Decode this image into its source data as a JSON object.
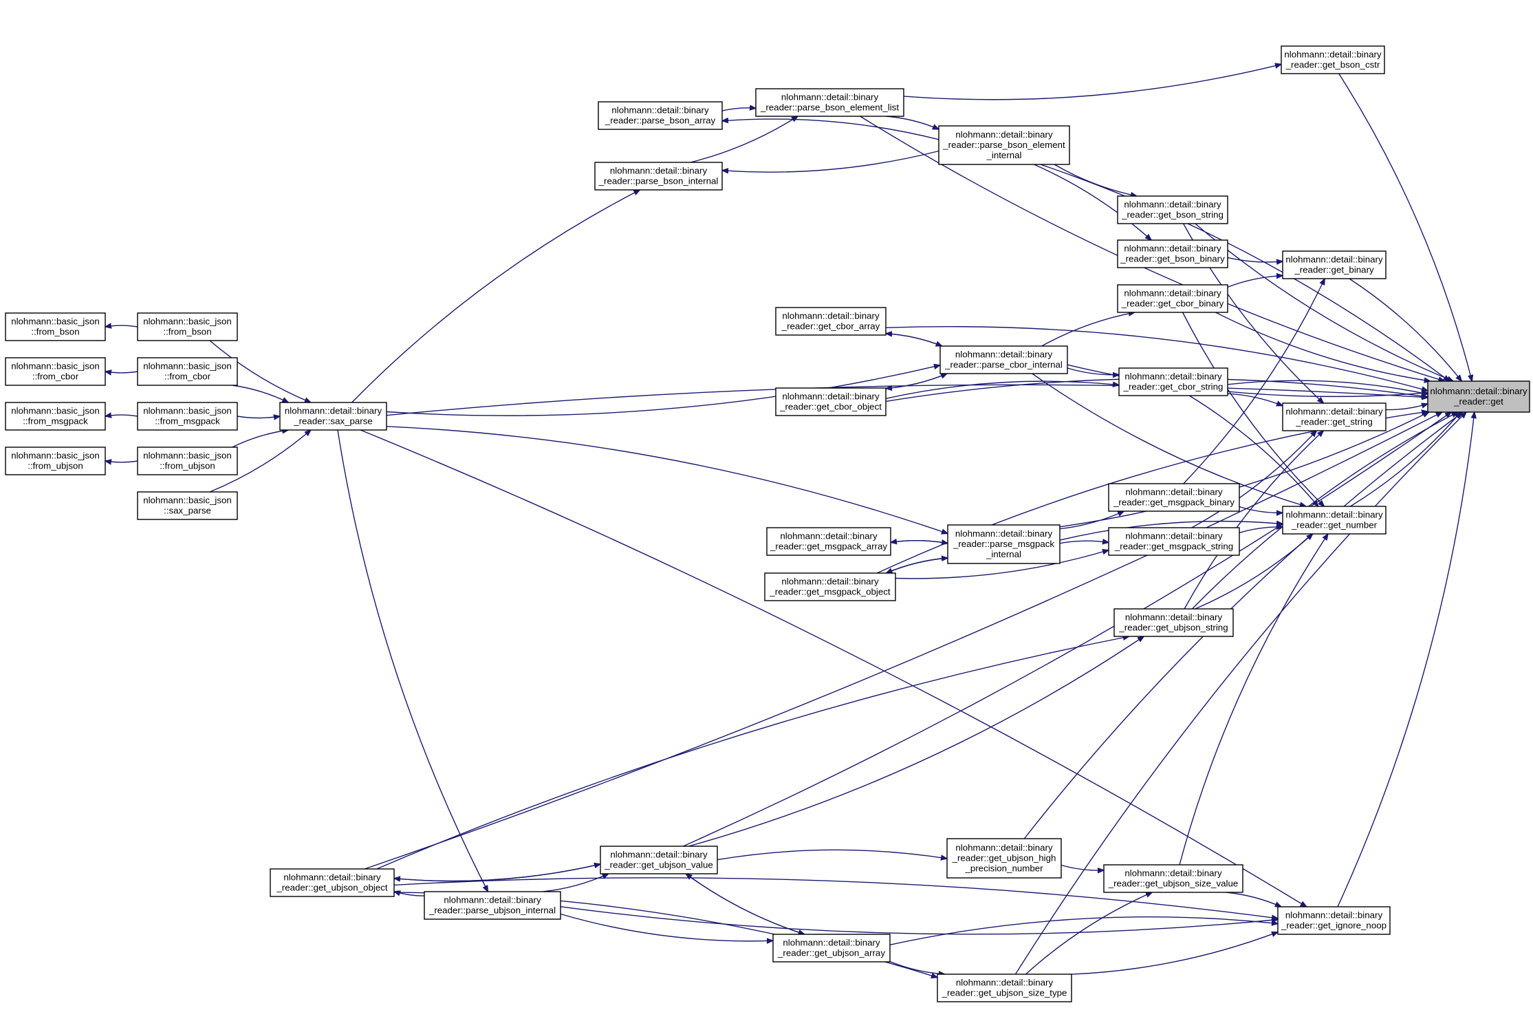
{
  "colors": {
    "edge": "#191970",
    "highlight_fill": "#bfbfbf",
    "node_fill": "#ffffff",
    "node_border": "#000000"
  },
  "nodes": [
    {
      "id": "get",
      "lines": [
        "nlohmann::detail::binary",
        "_reader::get"
      ],
      "highlight": true
    },
    {
      "id": "get_bson_cstr",
      "lines": [
        "nlohmann::detail::binary",
        "_reader::get_bson_cstr"
      ]
    },
    {
      "id": "parse_bson_element_list",
      "lines": [
        "nlohmann::detail::binary",
        "_reader::parse_bson_element_list"
      ]
    },
    {
      "id": "parse_bson_array",
      "lines": [
        "nlohmann::detail::binary",
        "_reader::parse_bson_array"
      ]
    },
    {
      "id": "parse_bson_element_internal",
      "lines": [
        "nlohmann::detail::binary",
        "_reader::parse_bson_element",
        "_internal"
      ]
    },
    {
      "id": "parse_bson_internal",
      "lines": [
        "nlohmann::detail::binary",
        "_reader::parse_bson_internal"
      ]
    },
    {
      "id": "get_bson_string",
      "lines": [
        "nlohmann::detail::binary",
        "_reader::get_bson_string"
      ]
    },
    {
      "id": "get_bson_binary",
      "lines": [
        "nlohmann::detail::binary",
        "_reader::get_bson_binary"
      ]
    },
    {
      "id": "get_binary",
      "lines": [
        "nlohmann::detail::binary",
        "_reader::get_binary"
      ]
    },
    {
      "id": "get_cbor_binary",
      "lines": [
        "nlohmann::detail::binary",
        "_reader::get_cbor_binary"
      ]
    },
    {
      "id": "get_cbor_array",
      "lines": [
        "nlohmann::detail::binary",
        "_reader::get_cbor_array"
      ]
    },
    {
      "id": "parse_cbor_internal",
      "lines": [
        "nlohmann::detail::binary",
        "_reader::parse_cbor_internal"
      ]
    },
    {
      "id": "get_cbor_object",
      "lines": [
        "nlohmann::detail::binary",
        "_reader::get_cbor_object"
      ]
    },
    {
      "id": "get_cbor_string",
      "lines": [
        "nlohmann::detail::binary",
        "_reader::get_cbor_string"
      ]
    },
    {
      "id": "get_string",
      "lines": [
        "nlohmann::detail::binary",
        "_reader::get_string"
      ]
    },
    {
      "id": "bj_from_bson",
      "lines": [
        "nlohmann::basic_json",
        "::from_bson"
      ]
    },
    {
      "id": "bj_from_bson2",
      "lines": [
        "nlohmann::basic_json",
        "::from_bson"
      ]
    },
    {
      "id": "bj_from_cbor",
      "lines": [
        "nlohmann::basic_json",
        "::from_cbor"
      ]
    },
    {
      "id": "bj_from_cbor2",
      "lines": [
        "nlohmann::basic_json",
        "::from_cbor"
      ]
    },
    {
      "id": "bj_from_msgpack",
      "lines": [
        "nlohmann::basic_json",
        "::from_msgpack"
      ]
    },
    {
      "id": "bj_from_msgpack2",
      "lines": [
        "nlohmann::basic_json",
        "::from_msgpack"
      ]
    },
    {
      "id": "bj_from_ubjson",
      "lines": [
        "nlohmann::basic_json",
        "::from_ubjson"
      ]
    },
    {
      "id": "bj_from_ubjson2",
      "lines": [
        "nlohmann::basic_json",
        "::from_ubjson"
      ]
    },
    {
      "id": "bj_sax_parse",
      "lines": [
        "nlohmann::basic_json",
        "::sax_parse"
      ]
    },
    {
      "id": "sax_parse",
      "lines": [
        "nlohmann::detail::binary",
        "_reader::sax_parse"
      ]
    },
    {
      "id": "get_msgpack_binary",
      "lines": [
        "nlohmann::detail::binary",
        "_reader::get_msgpack_binary"
      ]
    },
    {
      "id": "get_number",
      "lines": [
        "nlohmann::detail::binary",
        "_reader::get_number"
      ]
    },
    {
      "id": "get_msgpack_array",
      "lines": [
        "nlohmann::detail::binary",
        "_reader::get_msgpack_array"
      ]
    },
    {
      "id": "parse_msgpack_internal",
      "lines": [
        "nlohmann::detail::binary",
        "_reader::parse_msgpack",
        "_internal"
      ]
    },
    {
      "id": "get_msgpack_string",
      "lines": [
        "nlohmann::detail::binary",
        "_reader::get_msgpack_string"
      ]
    },
    {
      "id": "get_msgpack_object",
      "lines": [
        "nlohmann::detail::binary",
        "_reader::get_msgpack_object"
      ]
    },
    {
      "id": "get_ubjson_string",
      "lines": [
        "nlohmann::detail::binary",
        "_reader::get_ubjson_string"
      ]
    },
    {
      "id": "get_ubjson_value",
      "lines": [
        "nlohmann::detail::binary",
        "_reader::get_ubjson_value"
      ]
    },
    {
      "id": "get_ubjson_high_precision_number",
      "lines": [
        "nlohmann::detail::binary",
        "_reader::get_ubjson_high",
        "_precision_number"
      ]
    },
    {
      "id": "get_ubjson_object",
      "lines": [
        "nlohmann::detail::binary",
        "_reader::get_ubjson_object"
      ]
    },
    {
      "id": "get_ubjson_size_value",
      "lines": [
        "nlohmann::detail::binary",
        "_reader::get_ubjson_size_value"
      ]
    },
    {
      "id": "parse_ubjson_internal",
      "lines": [
        "nlohmann::detail::binary",
        "_reader::parse_ubjson_internal"
      ]
    },
    {
      "id": "get_ignore_noop",
      "lines": [
        "nlohmann::detail::binary",
        "_reader::get_ignore_noop"
      ]
    },
    {
      "id": "get_ubjson_array",
      "lines": [
        "nlohmann::detail::binary",
        "_reader::get_ubjson_array"
      ]
    },
    {
      "id": "get_ubjson_size_type",
      "lines": [
        "nlohmann::detail::binary",
        "_reader::get_ubjson_size_type"
      ]
    }
  ],
  "edges": [
    {
      "from": "get",
      "to": "get_bson_cstr"
    },
    {
      "from": "get",
      "to": "parse_bson_element_list"
    },
    {
      "from": "get",
      "to": "parse_bson_element_internal"
    },
    {
      "from": "get",
      "to": "get_bson_string"
    },
    {
      "from": "get",
      "to": "get_binary"
    },
    {
      "from": "get",
      "to": "get_cbor_binary"
    },
    {
      "from": "get",
      "to": "get_cbor_array"
    },
    {
      "from": "get",
      "to": "parse_cbor_internal"
    },
    {
      "from": "get",
      "to": "get_cbor_string"
    },
    {
      "from": "get",
      "to": "get_string"
    },
    {
      "from": "get",
      "to": "get_cbor_object"
    },
    {
      "from": "get",
      "to": "get_number"
    },
    {
      "from": "get",
      "to": "get_ubjson_string"
    },
    {
      "from": "get",
      "to": "parse_msgpack_internal"
    },
    {
      "from": "get",
      "to": "get_msgpack_object"
    },
    {
      "from": "get",
      "to": "get_ubjson_value"
    },
    {
      "from": "get",
      "to": "get_ubjson_high_precision_number"
    },
    {
      "from": "get",
      "to": "get_ignore_noop"
    },
    {
      "from": "get",
      "to": "get_ubjson_size_type"
    },
    {
      "from": "get",
      "to": "get_ubjson_object"
    },
    {
      "from": "get",
      "to": "sax_parse"
    },
    {
      "from": "get_bson_cstr",
      "to": "parse_bson_element_list"
    },
    {
      "from": "parse_bson_element_list",
      "to": "parse_bson_array"
    },
    {
      "from": "parse_bson_element_list",
      "to": "parse_bson_internal"
    },
    {
      "from": "parse_bson_element_internal",
      "to": "parse_bson_element_list"
    },
    {
      "from": "parse_bson_array",
      "to": "parse_bson_element_internal"
    },
    {
      "from": "parse_bson_internal",
      "to": "parse_bson_element_internal"
    },
    {
      "from": "get_bson_string",
      "to": "parse_bson_element_internal"
    },
    {
      "from": "get_bson_binary",
      "to": "parse_bson_element_internal"
    },
    {
      "from": "get_binary",
      "to": "get_bson_binary"
    },
    {
      "from": "get_binary",
      "to": "get_cbor_binary"
    },
    {
      "from": "get_binary",
      "to": "get_msgpack_binary"
    },
    {
      "from": "get_cbor_binary",
      "to": "parse_cbor_internal"
    },
    {
      "from": "get_cbor_array",
      "to": "parse_cbor_internal"
    },
    {
      "from": "parse_cbor_internal",
      "to": "get_cbor_array"
    },
    {
      "from": "parse_cbor_internal",
      "to": "get_cbor_object"
    },
    {
      "from": "get_cbor_object",
      "to": "parse_cbor_internal"
    },
    {
      "from": "get_cbor_string",
      "to": "parse_cbor_internal"
    },
    {
      "from": "get_cbor_string",
      "to": "get_cbor_object"
    },
    {
      "from": "get_string",
      "to": "get_bson_string"
    },
    {
      "from": "get_string",
      "to": "get_cbor_string"
    },
    {
      "from": "get_string",
      "to": "get_msgpack_string"
    },
    {
      "from": "get_string",
      "to": "get_ubjson_string"
    },
    {
      "from": "get_number",
      "to": "get_cbor_binary"
    },
    {
      "from": "get_number",
      "to": "get_cbor_string"
    },
    {
      "from": "get_number",
      "to": "get_msgpack_binary"
    },
    {
      "from": "get_number",
      "to": "get_msgpack_string"
    },
    {
      "from": "get_number",
      "to": "parse_cbor_internal"
    },
    {
      "from": "get_number",
      "to": "parse_msgpack_internal"
    },
    {
      "from": "get_number",
      "to": "get_ubjson_string"
    },
    {
      "from": "get_number",
      "to": "get_ubjson_size_value"
    },
    {
      "from": "bj_from_bson",
      "to": "bj_from_bson2"
    },
    {
      "from": "bj_from_cbor",
      "to": "bj_from_cbor2"
    },
    {
      "from": "bj_from_msgpack",
      "to": "bj_from_msgpack2"
    },
    {
      "from": "bj_from_ubjson",
      "to": "bj_from_ubjson2"
    },
    {
      "from": "sax_parse",
      "to": "bj_from_bson2"
    },
    {
      "from": "sax_parse",
      "to": "bj_from_cbor2"
    },
    {
      "from": "sax_parse",
      "to": "bj_from_msgpack2"
    },
    {
      "from": "sax_parse",
      "to": "bj_from_ubjson2"
    },
    {
      "from": "sax_parse",
      "to": "bj_sax_parse"
    },
    {
      "from": "parse_bson_internal",
      "to": "sax_parse"
    },
    {
      "from": "parse_cbor_internal",
      "to": "sax_parse"
    },
    {
      "from": "parse_msgpack_internal",
      "to": "sax_parse"
    },
    {
      "from": "parse_ubjson_internal",
      "to": "sax_parse"
    },
    {
      "from": "get_ignore_noop",
      "to": "sax_parse"
    },
    {
      "from": "get_msgpack_binary",
      "to": "parse_msgpack_internal"
    },
    {
      "from": "get_msgpack_string",
      "to": "parse_msgpack_internal"
    },
    {
      "from": "get_msgpack_string",
      "to": "get_msgpack_object"
    },
    {
      "from": "parse_msgpack_internal",
      "to": "get_msgpack_array"
    },
    {
      "from": "get_msgpack_array",
      "to": "parse_msgpack_internal"
    },
    {
      "from": "parse_msgpack_internal",
      "to": "get_msgpack_object"
    },
    {
      "from": "get_msgpack_object",
      "to": "parse_msgpack_internal"
    },
    {
      "from": "get_ubjson_string",
      "to": "get_ubjson_object"
    },
    {
      "from": "get_ubjson_string",
      "to": "get_ubjson_value"
    },
    {
      "from": "get_ubjson_high_precision_number",
      "to": "get_ubjson_value"
    },
    {
      "from": "get_ubjson_size_value",
      "to": "get_ubjson_high_precision_number"
    },
    {
      "from": "get_ubjson_size_value",
      "to": "get_ubjson_size_type"
    },
    {
      "from": "get_ubjson_value",
      "to": "get_ubjson_object"
    },
    {
      "from": "get_ubjson_object",
      "to": "get_ubjson_value"
    },
    {
      "from": "get_ubjson_value",
      "to": "parse_ubjson_internal"
    },
    {
      "from": "get_ubjson_value",
      "to": "get_ubjson_array"
    },
    {
      "from": "get_ubjson_array",
      "to": "get_ubjson_value"
    },
    {
      "from": "get_ubjson_object",
      "to": "parse_ubjson_internal"
    },
    {
      "from": "get_ubjson_array",
      "to": "parse_ubjson_internal"
    },
    {
      "from": "get_ignore_noop",
      "to": "get_ubjson_size_value"
    },
    {
      "from": "get_ignore_noop",
      "to": "parse_ubjson_internal"
    },
    {
      "from": "get_ignore_noop",
      "to": "get_ubjson_array"
    },
    {
      "from": "get_ignore_noop",
      "to": "get_ubjson_size_type"
    },
    {
      "from": "get_ignore_noop",
      "to": "get_ubjson_object"
    },
    {
      "from": "get_ubjson_size_type",
      "to": "get_ubjson_array"
    },
    {
      "from": "get_ubjson_size_type",
      "to": "get_ubjson_object"
    }
  ]
}
